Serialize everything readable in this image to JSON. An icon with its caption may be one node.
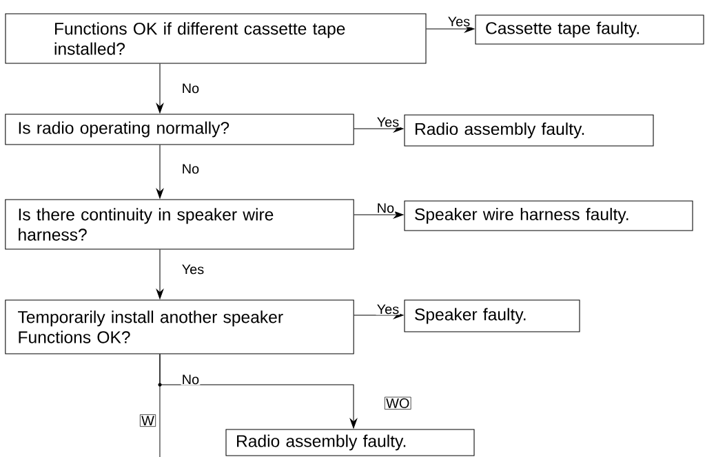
{
  "diagram": {
    "nodes": [
      {
        "text": [
          "Functions OK if different cassette tape installed?"
        ]
      },
      {
        "text": [
          "Cassette tape faulty."
        ]
      },
      {
        "text": [
          "Is radio operating normally?"
        ]
      },
      {
        "text": [
          "Radio assembly faulty."
        ]
      },
      {
        "text": [
          "Is there continuity in speaker wire harness?"
        ]
      },
      {
        "text": [
          "Speaker wire harness faulty."
        ]
      },
      {
        "text": [
          "Temporarily install another speaker Functions OK?"
        ]
      },
      {
        "text": [
          "Speaker faulty."
        ]
      },
      {
        "text": [
          "Radio assembly faulty."
        ]
      }
    ],
    "edges": [
      {
        "from": 0,
        "to": 1,
        "arrow": "to",
        "label": "Yes"
      },
      {
        "from": 0,
        "to": 2,
        "arrow": "to",
        "label": "No"
      },
      {
        "from": 2,
        "to": 3,
        "arrow": "to",
        "label": "Yes"
      },
      {
        "from": 2,
        "to": 4,
        "arrow": "to",
        "label": "No"
      },
      {
        "from": 4,
        "to": 5,
        "arrow": "to",
        "label": "No"
      },
      {
        "from": 4,
        "to": 6,
        "arrow": "to",
        "label": "Yes"
      },
      {
        "from": 6,
        "to": 7,
        "arrow": "to",
        "label": "Yes"
      },
      {
        "from": 6,
        "to": 8,
        "arrow": "to",
        "label": "WO"
      },
      {
        "from": 6,
        "to": null,
        "arrow": "none",
        "label": "W"
      }
    ],
    "labels": [
      "No"
    ]
  }
}
